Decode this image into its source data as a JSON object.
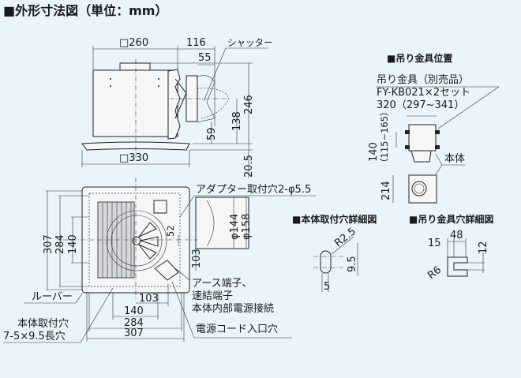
{
  "title": "■外形寸法図（単位：mm）",
  "side_view": {
    "dim_width_body": "□260",
    "dim_width_flange": "□330",
    "dim_offset": "116",
    "dim_duct": "55",
    "dim_height": "246",
    "dim_duct_center": "138",
    "dim_duct_low": "59",
    "dim_flange": "20.5",
    "label_shutter": "シャッター"
  },
  "bottom_view": {
    "label_adapter_hole": "アダプター取付穴2-φ5.5",
    "dim_phi144": "φ144",
    "dim_phi158": "φ158",
    "dim_52": "52",
    "dim_103_v": "103",
    "dim_307_v": "307",
    "dim_284_v": "284",
    "dim_140_v": "140",
    "dim_103_h": "103",
    "dim_140_h": "140",
    "dim_284_h": "284",
    "dim_307_h": "307",
    "label_earth": "アース端子、",
    "label_quick": "速結端子",
    "label_internal": "本体内部電源接続",
    "label_cord": "電源コード入口穴",
    "label_louver": "ルーバー",
    "label_mount_hole_1": "本体取付穴",
    "label_mount_hole_2": "7-5×9.5長穴"
  },
  "hanger_position": {
    "heading": "■吊り金具位置",
    "label_hanger_1": "吊り金具（別売品）",
    "label_hanger_2": "FY-KB021×2セット",
    "label_hanger_3": "320（297~341）",
    "dim_140": "140",
    "dim_range": "（115~165）",
    "label_body": "本体",
    "dim_214": "214"
  },
  "mount_hole_detail": {
    "heading": "■本体取付穴詳細図",
    "dim_r": "R2.5",
    "dim_h": "9.5",
    "dim_w": "5"
  },
  "hanger_hole_detail": {
    "heading": "■吊り金具穴詳細図",
    "dim_15": "15",
    "dim_48": "48",
    "dim_12": "12",
    "dim_r": "R6"
  }
}
